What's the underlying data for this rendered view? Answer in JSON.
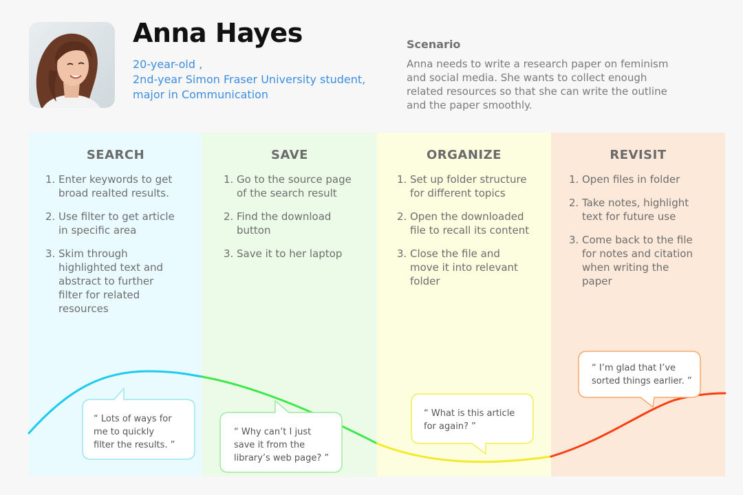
{
  "persona": {
    "name": "Anna Hayes",
    "description_lines": [
      "20-year-old ,",
      "2nd-year Simon Fraser University student,",
      "major in Communication"
    ]
  },
  "scenario": {
    "title": "Scenario",
    "lines": [
      "Anna needs to write a research paper on feminism",
      "and social media. She wants to collect enough",
      "related resources so that she can write the outline",
      "and the paper smoothly."
    ]
  },
  "stages": [
    {
      "title": "SEARCH",
      "bg": "#e9fbff",
      "steps": [
        {
          "num": "1.",
          "lines": [
            "Enter keywords to get",
            "broad realted results."
          ]
        },
        {
          "num": "2.",
          "lines": [
            "Use filter to get article",
            "in specific area"
          ]
        },
        {
          "num": "3.",
          "lines": [
            "Skim through",
            "highlighted text and",
            "abstract to further",
            "filter for related",
            "resources"
          ]
        }
      ],
      "quote": [
        "“ Lots of ways for",
        "me to quickly",
        "filter the results. ”"
      ],
      "quote_color": "#9ce6f2"
    },
    {
      "title": "SAVE",
      "bg": "#ecfbe8",
      "steps": [
        {
          "num": "1.",
          "lines": [
            "Go to the source page",
            "of the search result"
          ]
        },
        {
          "num": "2.",
          "lines": [
            "Find the download",
            "button"
          ]
        },
        {
          "num": "3.",
          "lines": [
            "Save it to her laptop"
          ]
        }
      ],
      "quote": [
        "“ Why can’t I just",
        "save it from the",
        "library’s web page? ”"
      ],
      "quote_color": "#9eea9e"
    },
    {
      "title": "ORGANIZE",
      "bg": "#fdfde0",
      "steps": [
        {
          "num": "1.",
          "lines": [
            "Set up folder structure",
            "for different topics"
          ]
        },
        {
          "num": "2.",
          "lines": [
            "Open the downloaded",
            "file to recall its content"
          ]
        },
        {
          "num": "3.",
          "lines": [
            "Close the file and",
            "move it into relevant",
            "folder"
          ]
        }
      ],
      "quote": [
        "“ What is this article",
        "for again? ”"
      ],
      "quote_color": "#f4ee4a"
    },
    {
      "title": "REVISIT",
      "bg": "#fde9da",
      "steps": [
        {
          "num": "1.",
          "lines": [
            "Open files in folder"
          ]
        },
        {
          "num": "2.",
          "lines": [
            "Take notes, highlight",
            "text for future use"
          ]
        },
        {
          "num": "3.",
          "lines": [
            "Come back to the file",
            "for notes and citation",
            "when writing the",
            "paper"
          ]
        }
      ],
      "quote": [
        "“ I’m glad that I’ve",
        "sorted things earlier. ”"
      ],
      "quote_color": "#f6a86a"
    }
  ],
  "emotion_curve_colors": [
    "#1ecbef",
    "#3fe84a",
    "#f2ea2a",
    "#fb3d10"
  ]
}
